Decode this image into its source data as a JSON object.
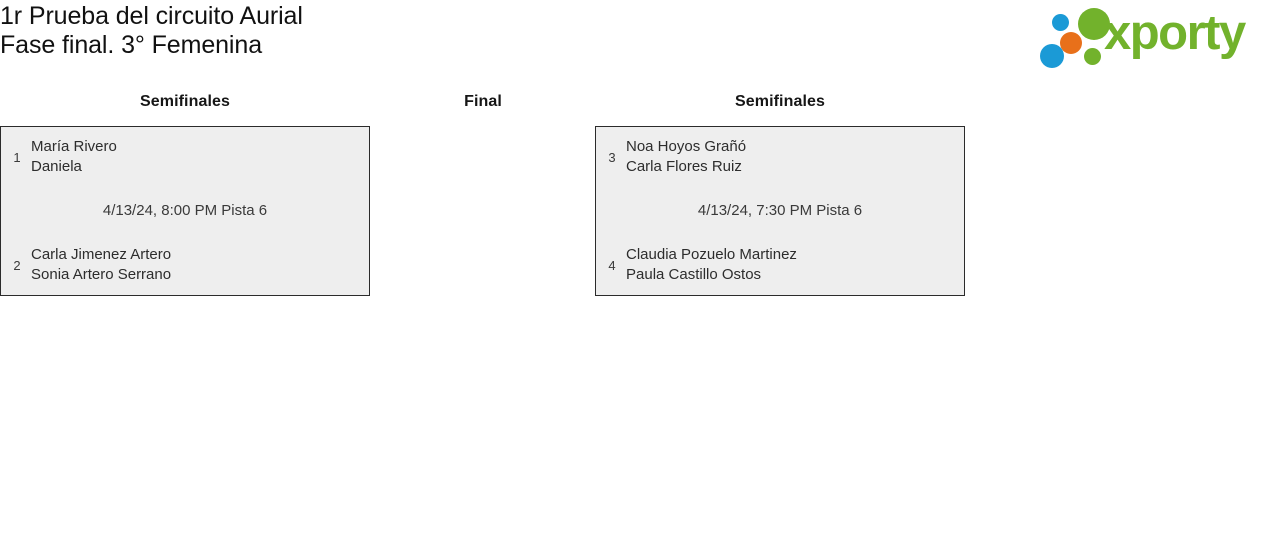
{
  "header": {
    "title_line1": "1r Prueba del circuito Aurial",
    "title_line2": "Fase final. 3° Femenina",
    "logo": {
      "wordmark": "xporty",
      "dots": [
        {
          "name": "blue-small",
          "color": "#1b9ad6"
        },
        {
          "name": "green-large",
          "color": "#72b22c"
        },
        {
          "name": "orange",
          "color": "#e8701a"
        },
        {
          "name": "blue-large",
          "color": "#1b9ad6"
        },
        {
          "name": "green-small",
          "color": "#72b22c"
        }
      ],
      "brand_green": "#72b22c",
      "brand_blue": "#1b9ad6",
      "brand_orange": "#e8701a"
    }
  },
  "bracket": {
    "rounds": [
      {
        "id": "semifinales-left",
        "title": "Semifinales",
        "match": {
          "top": {
            "seed": "1",
            "player1": "María Rivero",
            "player2": "Daniela"
          },
          "bottom": {
            "seed": "2",
            "player1": "Carla Jimenez Artero",
            "player2": "Sonia Artero Serrano"
          },
          "meta": "4/13/24, 8:00 PM Pista 6"
        }
      },
      {
        "id": "final",
        "title": "Final",
        "match": null
      },
      {
        "id": "semifinales-right",
        "title": "Semifinales",
        "match": {
          "top": {
            "seed": "3",
            "player1": "Noa Hoyos Grañó",
            "player2": "Carla Flores Ruiz"
          },
          "bottom": {
            "seed": "4",
            "player1": "Claudia Pozuelo Martinez",
            "player2": "Paula Castillo Ostos"
          },
          "meta": "4/13/24, 7:30 PM Pista 6"
        }
      }
    ]
  }
}
